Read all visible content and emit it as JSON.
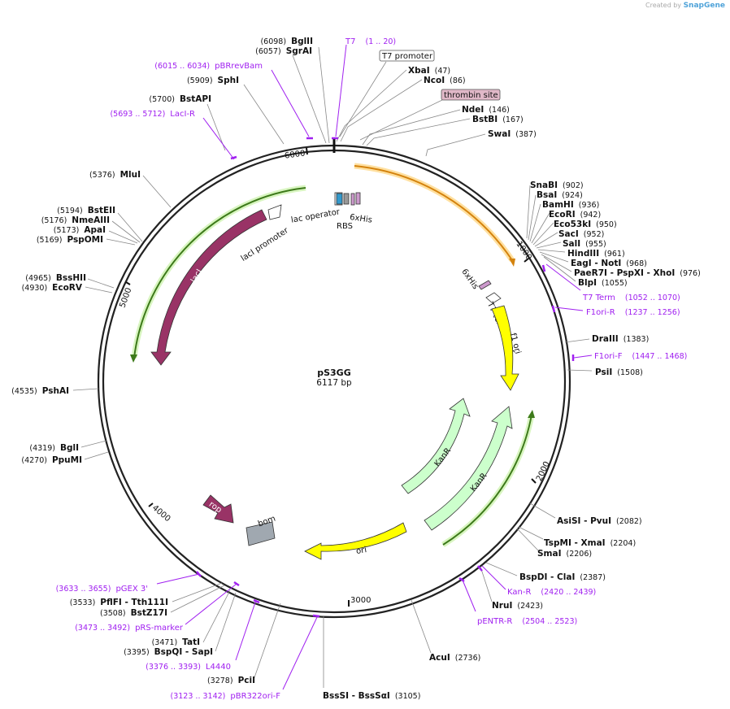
{
  "watermark": {
    "prefix": "Created by",
    "brand": "SnapGene"
  },
  "plasmid": {
    "name": "pS3GG",
    "length_label": "6117 bp"
  },
  "ticks": [
    "1000",
    "2000",
    "3000",
    "4000",
    "5000",
    "6000"
  ],
  "enzymes": [
    {
      "name": "BglII",
      "pos": "(6098)"
    },
    {
      "name": "SgrAI",
      "pos": "(6057)"
    },
    {
      "name": "SphI",
      "pos": "(5909)"
    },
    {
      "name": "BstAPI",
      "pos": "(5700)"
    },
    {
      "name": "MluI",
      "pos": "(5376)"
    },
    {
      "name": "BstEII",
      "pos": "(5194)"
    },
    {
      "name": "NmeAIII",
      "pos": "(5176)"
    },
    {
      "name": "ApaI",
      "pos": "(5173)"
    },
    {
      "name": "PspOMI",
      "pos": "(5169)"
    },
    {
      "name": "BssHII",
      "pos": "(4965)"
    },
    {
      "name": "EcoRV",
      "pos": "(4930)"
    },
    {
      "name": "PshAI",
      "pos": "(4535)"
    },
    {
      "name": "BglI",
      "pos": "(4319)"
    },
    {
      "name": "PpuMI",
      "pos": "(4270)"
    },
    {
      "name": "PflFI - Tth111I",
      "pos": "(3533)"
    },
    {
      "name": "BstZ17I",
      "pos": "(3508)"
    },
    {
      "name": "TatI",
      "pos": "(3471)"
    },
    {
      "name": "BspQI - SapI",
      "pos": "(3395)"
    },
    {
      "name": "PciI",
      "pos": "(3278)"
    },
    {
      "name": "BssSI - BssSαI",
      "pos": "(3105)"
    },
    {
      "name": "AcuI",
      "pos": "(2736)"
    },
    {
      "name": "NruI",
      "pos": "(2423)"
    },
    {
      "name": "BspDI - ClaI",
      "pos": "(2387)"
    },
    {
      "name": "SmaI",
      "pos": "(2206)"
    },
    {
      "name": "TspMI - XmaI",
      "pos": "(2204)"
    },
    {
      "name": "AsiSI - PvuI",
      "pos": "(2082)"
    },
    {
      "name": "PsiI",
      "pos": "(1508)"
    },
    {
      "name": "DraIII",
      "pos": "(1383)"
    },
    {
      "name": "BlpI",
      "pos": "(1055)"
    },
    {
      "name": "PaeR7I - PspXI - XhoI",
      "pos": "(976)"
    },
    {
      "name": "EagI - NotI",
      "pos": "(968)"
    },
    {
      "name": "HindIII",
      "pos": "(961)"
    },
    {
      "name": "SalI",
      "pos": "(955)"
    },
    {
      "name": "SacI",
      "pos": "(952)"
    },
    {
      "name": "Eco53kI",
      "pos": "(950)"
    },
    {
      "name": "EcoRI",
      "pos": "(942)"
    },
    {
      "name": "BamHI",
      "pos": "(936)"
    },
    {
      "name": "BsaI",
      "pos": "(924)"
    },
    {
      "name": "SnaBI",
      "pos": "(902)"
    },
    {
      "name": "SwaI",
      "pos": "(387)"
    },
    {
      "name": "BstBI",
      "pos": "(167)"
    },
    {
      "name": "NdeI",
      "pos": "(146)"
    },
    {
      "name": "NcoI",
      "pos": "(86)"
    },
    {
      "name": "XbaI",
      "pos": "(47)"
    }
  ],
  "primers": [
    {
      "name": "T7",
      "range": "(1 .. 20)"
    },
    {
      "name": "pBRrevBam",
      "range": "(6015 .. 6034)"
    },
    {
      "name": "LacI-R",
      "range": "(5693 .. 5712)"
    },
    {
      "name": "T7 Term",
      "range": "(1052 .. 1070)"
    },
    {
      "name": "F1ori-R",
      "range": "(1237 .. 1256)"
    },
    {
      "name": "F1ori-F",
      "range": "(1447 .. 1468)"
    },
    {
      "name": "Kan-R",
      "range": "(2420 .. 2439)"
    },
    {
      "name": "pENTR-R",
      "range": "(2504 .. 2523)"
    },
    {
      "name": "pGEX 3'",
      "range": "(3633 .. 3655)"
    },
    {
      "name": "pRS-marker",
      "range": "(3473 .. 3492)"
    },
    {
      "name": "L4440",
      "range": "(3376 .. 3393)"
    },
    {
      "name": "pBR322ori-F",
      "range": "(3123 .. 3142)"
    }
  ],
  "boxed_labels": [
    "T7 promoter",
    "thrombin site"
  ],
  "features": [
    {
      "name": "lacI",
      "color": "#993366"
    },
    {
      "name": "lacI promoter",
      "color": "#ffffff"
    },
    {
      "name": "lac operator",
      "color": "#3399cc"
    },
    {
      "name": "RBS",
      "color": "#999999"
    },
    {
      "name": "6xHis",
      "color": "#cc99cc"
    },
    {
      "name": "6xHis",
      "color": "#cc99cc"
    },
    {
      "name": "T7 terminator",
      "color": "#ffffff"
    },
    {
      "name": "f1 ori",
      "color": "#ffff00"
    },
    {
      "name": "KanR",
      "color": "#ccffcc"
    },
    {
      "name": "KanR",
      "color": "#ccffcc"
    },
    {
      "name": "ori",
      "color": "#ffff00"
    },
    {
      "name": "rop",
      "color": "#993366"
    },
    {
      "name": "bom",
      "color": "#a0a8b0"
    }
  ],
  "colors": {
    "primer": "#a020f0",
    "orf_orange": "#f5a623",
    "orf_green": "#5aa02c"
  }
}
